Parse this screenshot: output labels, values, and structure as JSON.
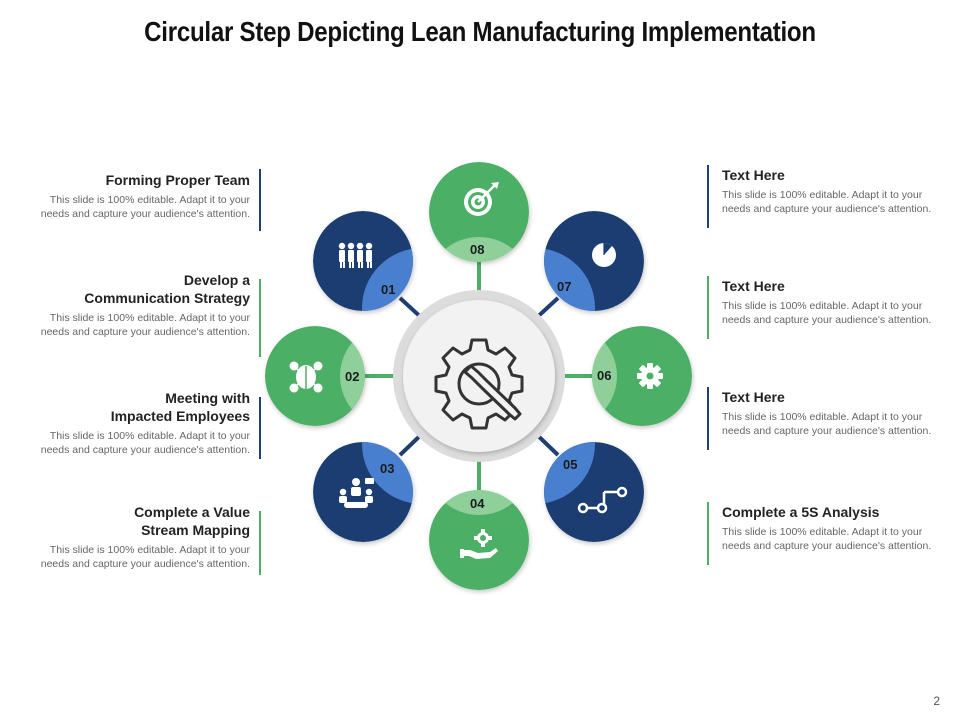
{
  "title": "Circular Step Depicting Lean Manufacturing Implementation",
  "page_number": "2",
  "colors": {
    "green": "#4caf65",
    "light_green": "#8fd09a",
    "navy": "#1f3e72",
    "blue": "#4a7fcf",
    "hub": "#eeeeee"
  },
  "steps": [
    {
      "num": "01",
      "icon": "team-icon"
    },
    {
      "num": "02",
      "icon": "brain-network-icon"
    },
    {
      "num": "03",
      "icon": "meeting-icon"
    },
    {
      "num": "04",
      "icon": "hand-gear-money-icon"
    },
    {
      "num": "05",
      "icon": "process-nodes-icon"
    },
    {
      "num": "06",
      "icon": "gear-icon"
    },
    {
      "num": "07",
      "icon": "pie-chart-icon"
    },
    {
      "num": "08",
      "icon": "target-icon"
    }
  ],
  "center_icon": "gear-wrench-icon",
  "left_texts": [
    {
      "heading": "Forming Proper Team",
      "body": "This slide is 100% editable. Adapt it to your needs and capture your audience's attention."
    },
    {
      "heading": "Develop a\nCommunication Strategy",
      "body": "This slide is 100% editable. Adapt it to your needs and capture your audience's attention."
    },
    {
      "heading": "Meeting with\nImpacted Employees",
      "body": "This slide is 100% editable. Adapt it to your needs and capture your audience's attention."
    },
    {
      "heading": "Complete a Value\nStream Mapping",
      "body": "This slide is 100% editable. Adapt it to your needs and capture your audience's attention."
    }
  ],
  "right_texts": [
    {
      "heading": "Text Here",
      "body": "This slide is 100% editable. Adapt it to your needs and capture your audience's attention."
    },
    {
      "heading": "Text Here",
      "body": "This slide is 100% editable. Adapt it to your needs and capture your audience's attention."
    },
    {
      "heading": "Text Here",
      "body": "This slide is 100% editable. Adapt it to your needs and capture your audience's attention."
    },
    {
      "heading": "Complete a 5S Analysis",
      "body": "This slide is 100% editable. Adapt it to your needs and capture your audience's attention."
    }
  ]
}
